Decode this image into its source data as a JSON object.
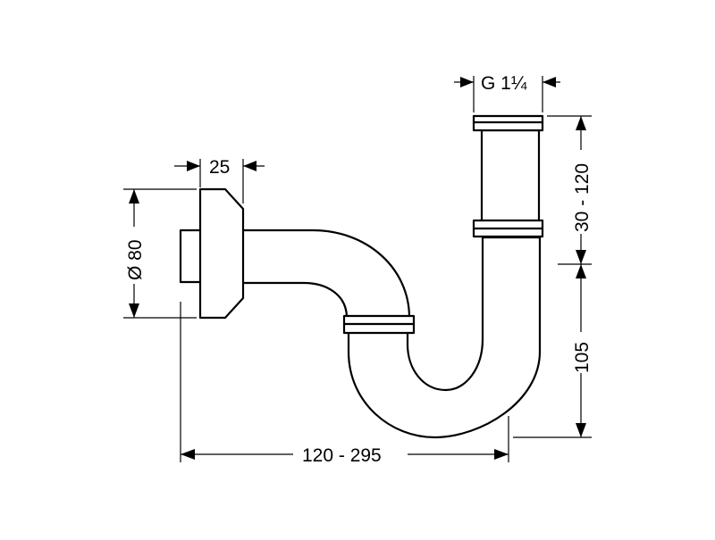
{
  "dimensions": {
    "thread": "G 1¼",
    "flange_width": "25",
    "flange_diameter": "Ø 80",
    "upper_height": "30 - 120",
    "lower_height": "105",
    "horizontal_length": "120 - 295"
  }
}
